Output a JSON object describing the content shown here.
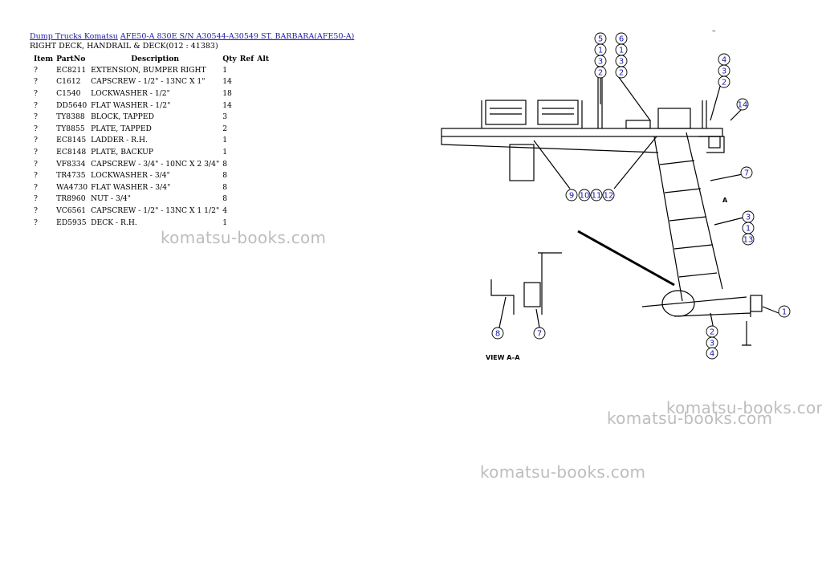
{
  "breadcrumb": {
    "link1": "Dump Trucks Komatsu",
    "link2": "AFE50-A 830E S/N A30544-A30549 ST. BARBARA(AFE50-A)"
  },
  "subtitle": "RIGHT DECK, HANDRAIL & DECK(012 : 41383)",
  "table": {
    "headers": [
      "Item",
      "PartNo",
      "Description",
      "Qty",
      "Ref",
      "Alt"
    ],
    "rows": [
      [
        "?",
        "EC8211",
        "EXTENSION, BUMPER RIGHT",
        "1"
      ],
      [
        "?",
        "C1612",
        "CAPSCREW - 1/2\" - 13NC X 1\"",
        "14"
      ],
      [
        "?",
        "C1540",
        "LOCKWASHER - 1/2\"",
        "18"
      ],
      [
        "?",
        "DD5640",
        "FLAT WASHER - 1/2\"",
        "14"
      ],
      [
        "?",
        "TY8388",
        "BLOCK, TAPPED",
        "3"
      ],
      [
        "?",
        "TY8855",
        "PLATE, TAPPED",
        "2"
      ],
      [
        "?",
        "EC8145",
        "LADDER - R.H.",
        "1"
      ],
      [
        "?",
        "EC8148",
        "PLATE, BACKUP",
        "1"
      ],
      [
        "?",
        "VF8334",
        "CAPSCREW - 3/4\" - 10NC X 2 3/4\"",
        "8"
      ],
      [
        "?",
        "TR4735",
        "LOCKWASHER - 3/4\"",
        "8"
      ],
      [
        "?",
        "WA4730",
        "FLAT WASHER - 3/4\"",
        "8"
      ],
      [
        "?",
        "TR8960",
        "NUT - 3/4\"",
        "8"
      ],
      [
        "?",
        "VC6561",
        "CAPSCREW - 1/2\" - 13NC X 1 1/2\"",
        "4"
      ],
      [
        "?",
        "ED5935",
        "DECK - R.H.",
        "1"
      ]
    ]
  },
  "watermark": "komatsu-books.com",
  "top_mark": "–",
  "drawing": {
    "view_label": "VIEW A–A",
    "section_label": "A",
    "callouts": [
      "5",
      "1",
      "3",
      "2",
      "6",
      "1",
      "3",
      "2",
      "4",
      "3",
      "2",
      "14",
      "7",
      "9",
      "10",
      "11",
      "12",
      "3",
      "1",
      "13",
      "1",
      "2",
      "3",
      "4",
      "8",
      "7"
    ]
  }
}
